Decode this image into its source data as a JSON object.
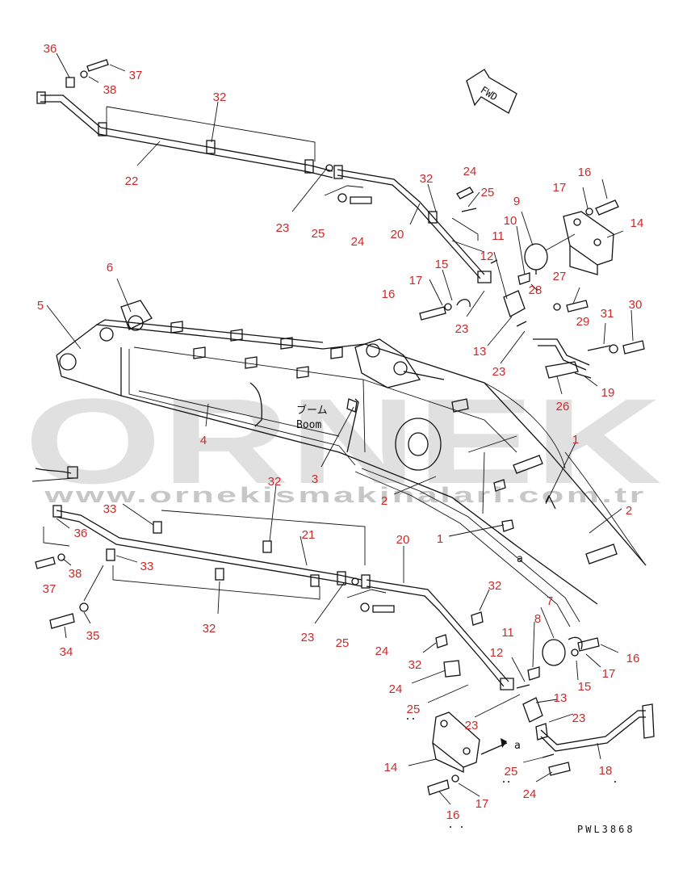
{
  "drawing_code": "PWL3868",
  "fwd_label": "FWD",
  "boom_label_jp": "ブーム",
  "boom_label_en": "Boom",
  "view_mark": "a",
  "watermark": {
    "brand": "ORNEK",
    "url": "www.ornekismakinalari.com.tr"
  },
  "colors": {
    "callout": "#cc2a2a",
    "linework": "#111111",
    "watermark": "#c8c8c8"
  },
  "callouts": [
    {
      "id": "c36a",
      "text": "36"
    },
    {
      "id": "c37a",
      "text": "37"
    },
    {
      "id": "c38a",
      "text": "38"
    },
    {
      "id": "c32a",
      "text": "32"
    },
    {
      "id": "c22",
      "text": "22"
    },
    {
      "id": "c23a",
      "text": "23"
    },
    {
      "id": "c25a",
      "text": "25"
    },
    {
      "id": "c24a",
      "text": "24"
    },
    {
      "id": "c20a",
      "text": "20"
    },
    {
      "id": "c32b",
      "text": "32"
    },
    {
      "id": "c24b",
      "text": "24"
    },
    {
      "id": "c25b",
      "text": "25"
    },
    {
      "id": "c12a",
      "text": "12"
    },
    {
      "id": "c9",
      "text": "9"
    },
    {
      "id": "c17a",
      "text": "17"
    },
    {
      "id": "c16a",
      "text": "16"
    },
    {
      "id": "c14a",
      "text": "14"
    },
    {
      "id": "c10",
      "text": "10"
    },
    {
      "id": "c11a",
      "text": "11"
    },
    {
      "id": "c27",
      "text": "27"
    },
    {
      "id": "c28",
      "text": "28"
    },
    {
      "id": "c15a",
      "text": "15"
    },
    {
      "id": "c17b",
      "text": "17"
    },
    {
      "id": "c16b",
      "text": "16"
    },
    {
      "id": "c23b",
      "text": "23"
    },
    {
      "id": "c13a",
      "text": "13"
    },
    {
      "id": "c29",
      "text": "29"
    },
    {
      "id": "c31",
      "text": "31"
    },
    {
      "id": "c30",
      "text": "30"
    },
    {
      "id": "c23c",
      "text": "23"
    },
    {
      "id": "c19",
      "text": "19"
    },
    {
      "id": "c26",
      "text": "26"
    },
    {
      "id": "c6",
      "text": "6"
    },
    {
      "id": "c5",
      "text": "5"
    },
    {
      "id": "c4",
      "text": "4"
    },
    {
      "id": "c3",
      "text": "3"
    },
    {
      "id": "c1a",
      "text": "1"
    },
    {
      "id": "c2a",
      "text": "2"
    },
    {
      "id": "c2b",
      "text": "2"
    },
    {
      "id": "c32c",
      "text": "32"
    },
    {
      "id": "c33a",
      "text": "33"
    },
    {
      "id": "c36b",
      "text": "36"
    },
    {
      "id": "c21",
      "text": "21"
    },
    {
      "id": "c20b",
      "text": "20"
    },
    {
      "id": "c1b",
      "text": "1"
    },
    {
      "id": "c37b",
      "text": "37"
    },
    {
      "id": "c38b",
      "text": "38"
    },
    {
      "id": "c33b",
      "text": "33"
    },
    {
      "id": "c32d",
      "text": "32"
    },
    {
      "id": "c34",
      "text": "34"
    },
    {
      "id": "c35",
      "text": "35"
    },
    {
      "id": "c23d",
      "text": "23"
    },
    {
      "id": "c25c",
      "text": "25"
    },
    {
      "id": "c24c",
      "text": "24"
    },
    {
      "id": "c32e",
      "text": "32"
    },
    {
      "id": "c7",
      "text": "7"
    },
    {
      "id": "c8",
      "text": "8"
    },
    {
      "id": "c11b",
      "text": "11"
    },
    {
      "id": "c16c",
      "text": "16"
    },
    {
      "id": "c17c",
      "text": "17"
    },
    {
      "id": "c32f",
      "text": "32"
    },
    {
      "id": "c12b",
      "text": "12"
    },
    {
      "id": "c15b",
      "text": "15"
    },
    {
      "id": "c24d",
      "text": "24"
    },
    {
      "id": "c13b",
      "text": "13"
    },
    {
      "id": "c25d",
      "text": "25"
    },
    {
      "id": "c23e",
      "text": "23"
    },
    {
      "id": "c23f",
      "text": "23"
    },
    {
      "id": "c14b",
      "text": "14"
    },
    {
      "id": "c25e",
      "text": "25"
    },
    {
      "id": "c18",
      "text": "18"
    },
    {
      "id": "c24e",
      "text": "24"
    },
    {
      "id": "c16d",
      "text": "16"
    },
    {
      "id": "c17d",
      "text": "17"
    }
  ]
}
